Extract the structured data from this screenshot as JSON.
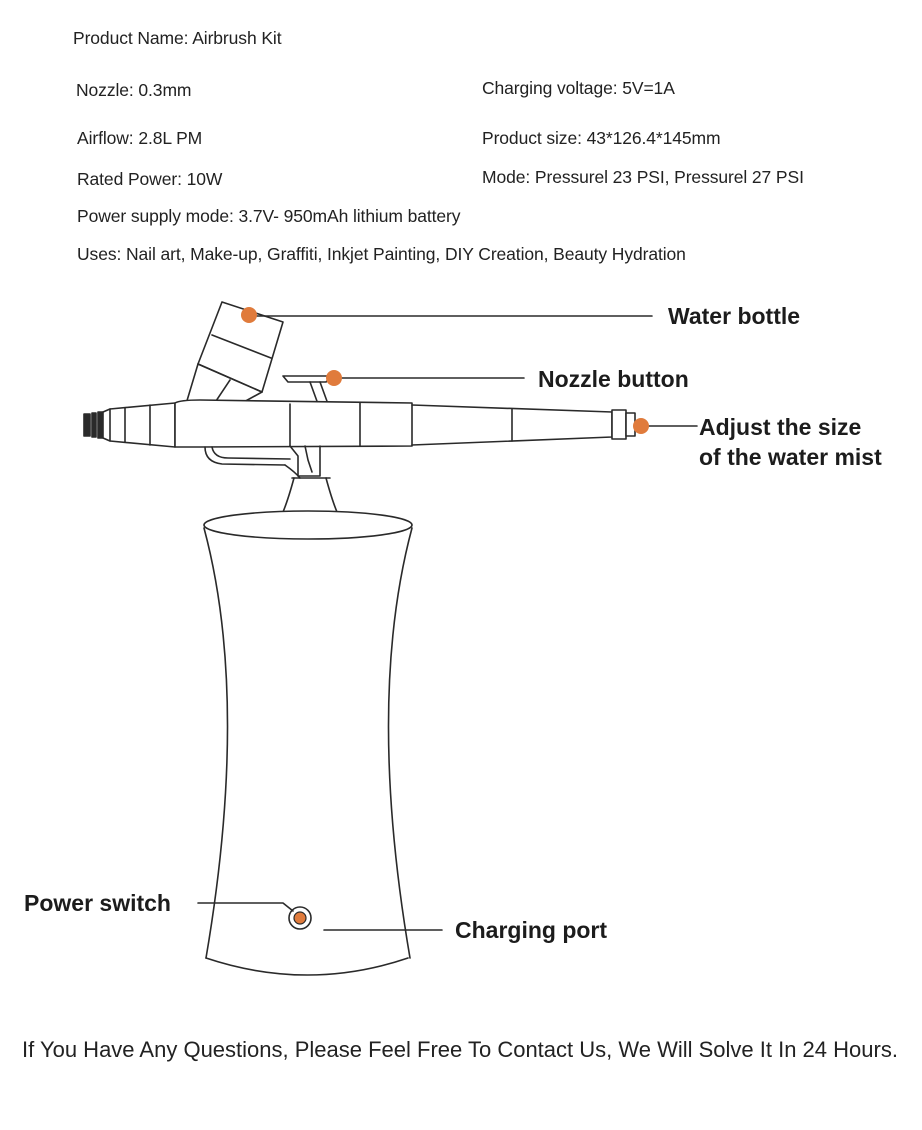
{
  "specs": {
    "product_name": "Product Name:  Airbrush Kit",
    "nozzle": "Nozzle: 0.3mm",
    "charging_voltage": "Charging voltage:  5V=1A",
    "airflow": "Airflow: 2.8L PM",
    "product_size": "Product size:  43*126.4*145mm",
    "rated_power": "Rated Power:  10W",
    "mode": "Mode:  Pressurel 23 PSI, Pressurel 27 PSI",
    "power_supply": "Power supply mode:  3.7V- 950mAh lithium battery",
    "uses": "Uses:  Nail art, Make-up, Graffiti, Inkjet Painting, DIY Creation, Beauty Hydration"
  },
  "callouts": {
    "water_bottle": "Water bottle",
    "nozzle_button": "Nozzle button",
    "adjust_line1": "Adjust the size",
    "adjust_line2": "of the water mist",
    "power_switch": "Power switch",
    "charging_port": "Charging port"
  },
  "footer": "If You Have Any Questions, Please Feel Free To Contact Us, We Will Solve It In 24 Hours.",
  "colors": {
    "marker": "#E07B3C",
    "line": "#2a2a2a"
  }
}
